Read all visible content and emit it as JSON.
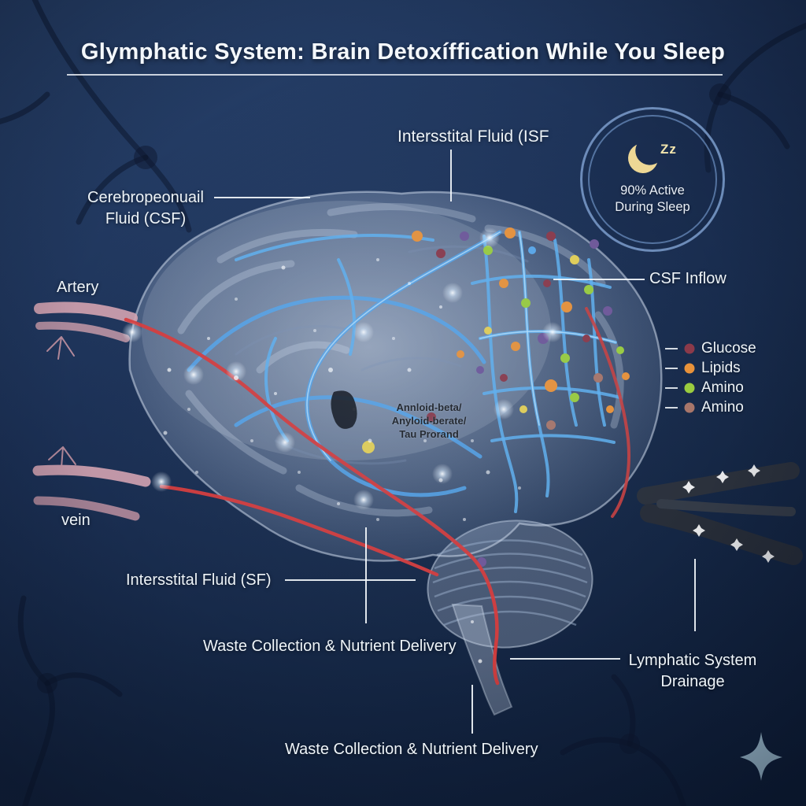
{
  "title": "Glymphatic System: Brain Detoxíffication While You Sleep",
  "badge": {
    "icon": "crescent-moon-icon",
    "zz": "Zz",
    "line1": "90% Active",
    "line2": "During Sleep"
  },
  "labels": {
    "isf_top": "Intersstital Fluid (ISF",
    "csf_line1": "Cerebropeonuail",
    "csf_line2": "Fluid (CSF)",
    "artery": "Artery",
    "csf_inflow": "CSF Inflow",
    "amyloid_line1": "Annloid-beta/",
    "amyloid_line2": "Anyloid-berate/",
    "amyloid_line3": "Tau Prorand",
    "vein": "vein",
    "isf_lower": "Intersstital Fluid (SF)",
    "waste_top": "Waste Collection & Nutrient Delivery",
    "lymphatic_line1": "Lymphatic System",
    "lymphatic_line2": "Drainage",
    "waste_bottom": "Waste Collection & Nutrient Delivery"
  },
  "legend": {
    "items": [
      {
        "label": "Glucose",
        "color": "#8b3a4a"
      },
      {
        "label": "Lipids",
        "color": "#e8923a"
      },
      {
        "label": "Amino",
        "color": "#9acc3f"
      },
      {
        "label": "Amino",
        "color": "#a8766a"
      }
    ]
  },
  "icons": {
    "moon": "crescent-moon",
    "sparkle": "four-point-star"
  },
  "colors": {
    "background_top": "#2a4570",
    "background_bottom": "#0f1f3a",
    "artery_red": "#d63c3c",
    "csf_blue": "#55a5ea",
    "label_text": "#eef4f8",
    "moon_yellow": "#edd795",
    "drainage_dark": "#2b313c"
  }
}
